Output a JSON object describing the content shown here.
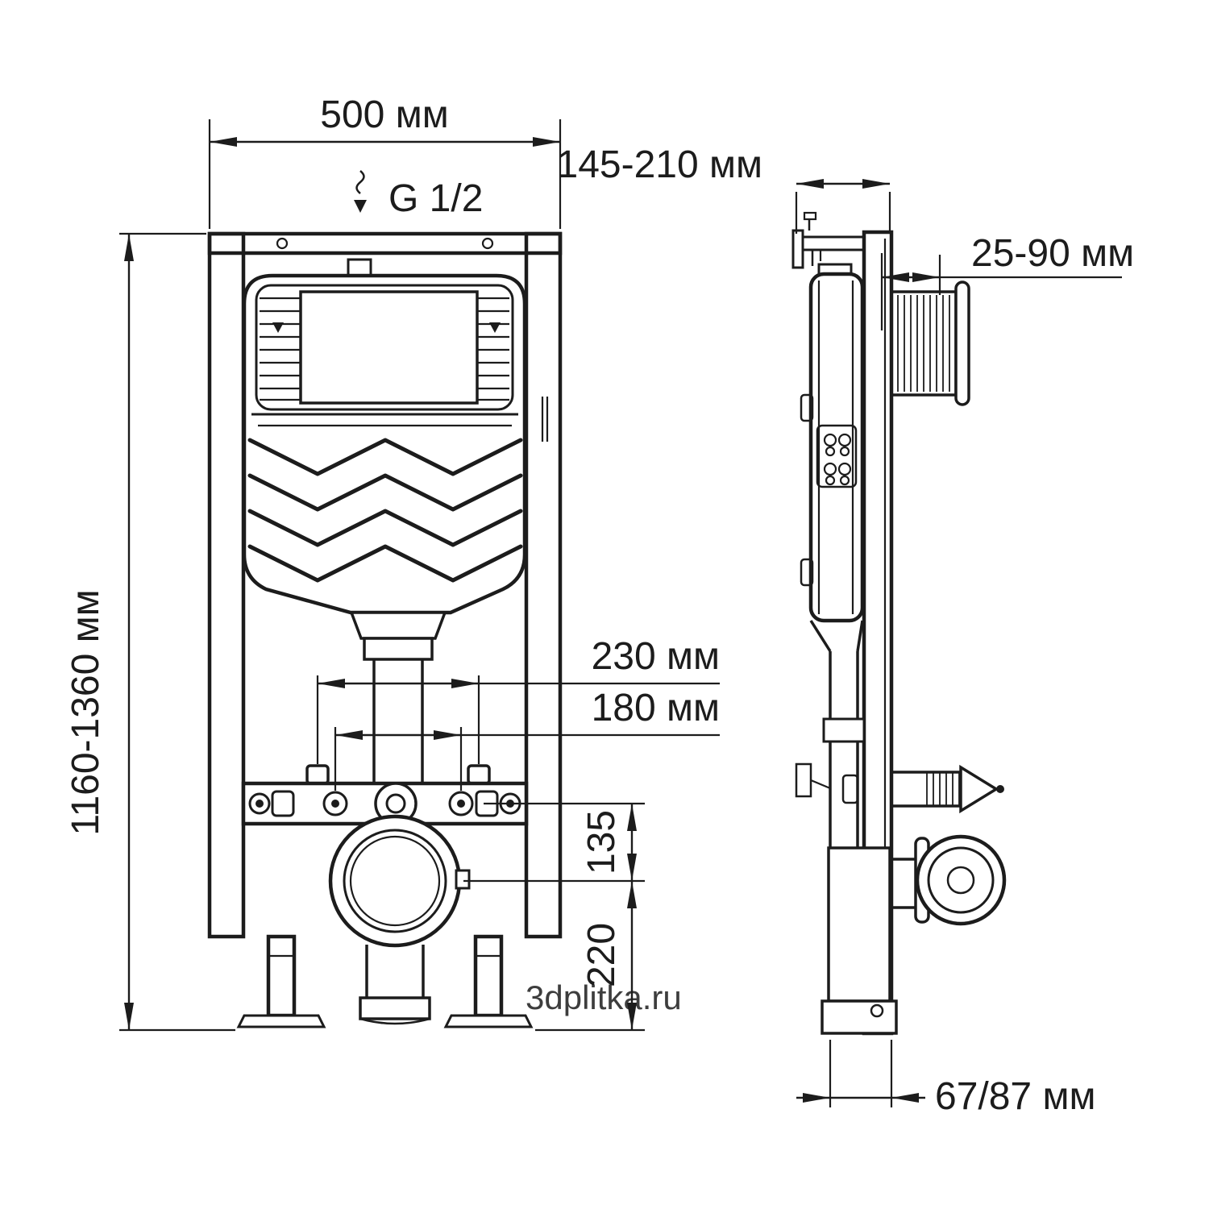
{
  "diagram": {
    "watermark": "3dplitka.ru",
    "front_view": {
      "dim_width": "500 мм",
      "dim_height": "1160-1360 мм",
      "inlet_label": "G 1/2",
      "dim_stud_spacing": "230 мм",
      "dim_bolt_spacing": "180 мм",
      "dim_outlet_offset": "135",
      "dim_outlet_height": "220"
    },
    "side_view": {
      "dim_depth": "145-210 мм",
      "dim_button_depth": "25-90 мм",
      "dim_outlet_depth": "67/87 мм"
    },
    "colors": {
      "line": "#1c1c1c",
      "watermark": "#a8acb0"
    }
  }
}
